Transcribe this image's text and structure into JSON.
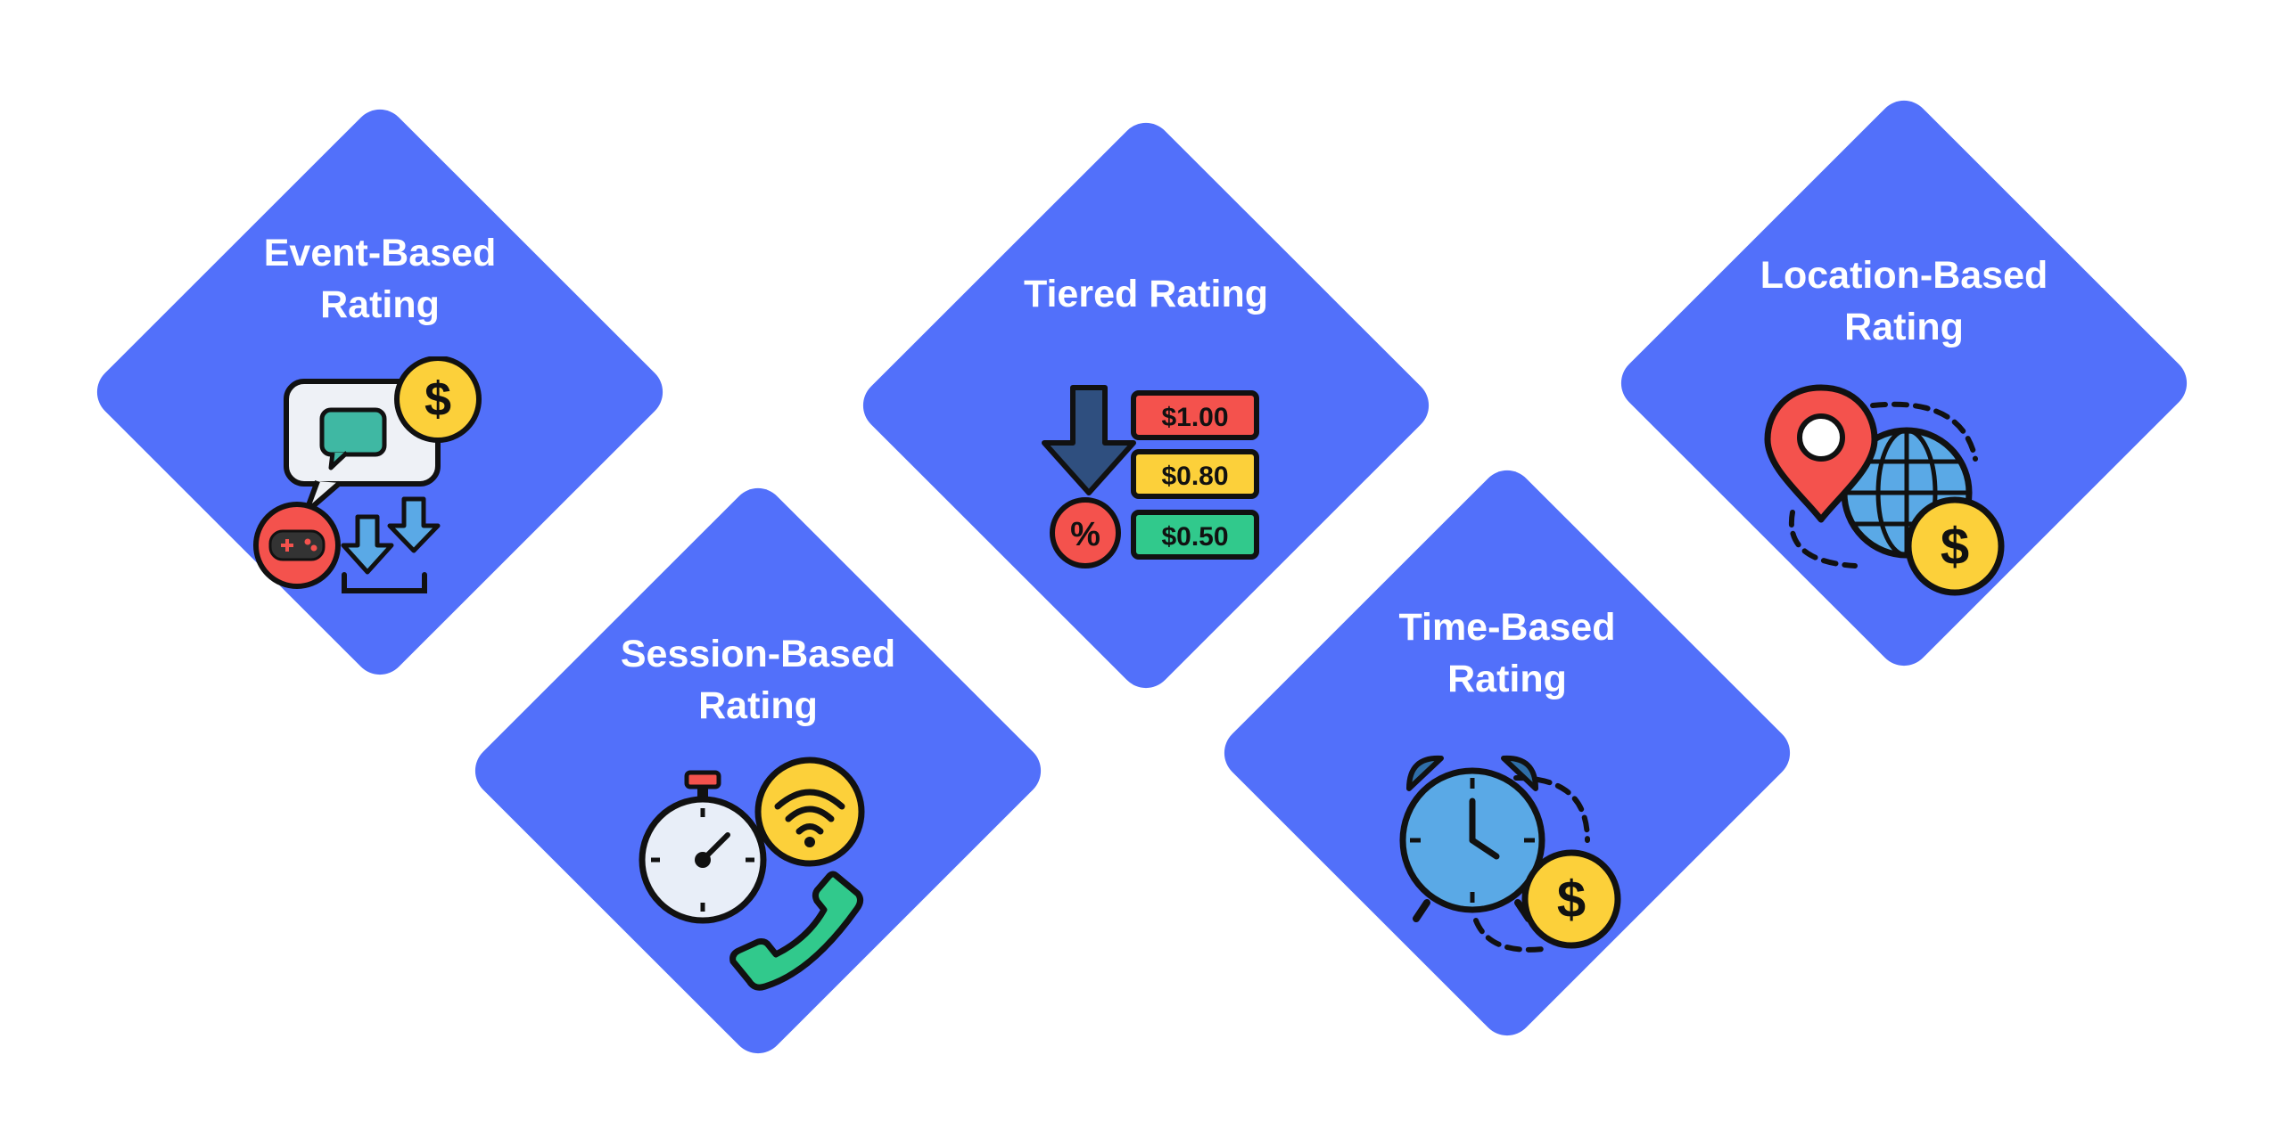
{
  "colors": {
    "card": "#5270FA",
    "background": "#FFFFFF",
    "title": "#FFFFFF",
    "coin": "#FCD03A",
    "red": "#F4524D",
    "teal": "#3FB8A3",
    "green": "#31C98C",
    "lightblue": "#5AA9E6",
    "navy": "#2F4F7F",
    "outline": "#111111"
  },
  "cards": [
    {
      "id": "event-based",
      "title": "Event-Based\nRating",
      "icon": "chat-coin-gamepad-download-icon"
    },
    {
      "id": "session-based",
      "title": "Session-Based\nRating",
      "icon": "stopwatch-wifi-phone-icon"
    },
    {
      "id": "tiered",
      "title": "Tiered Rating",
      "icon": "price-tiers-icon",
      "price_tags": [
        "$1.00",
        "$0.80",
        "$0.50"
      ],
      "discount_symbol": "%"
    },
    {
      "id": "time-based",
      "title": "Time-Based\nRating",
      "icon": "alarm-clock-coin-icon"
    },
    {
      "id": "location-based",
      "title": "Location-Based\nRating",
      "icon": "pin-globe-coin-icon"
    }
  ]
}
